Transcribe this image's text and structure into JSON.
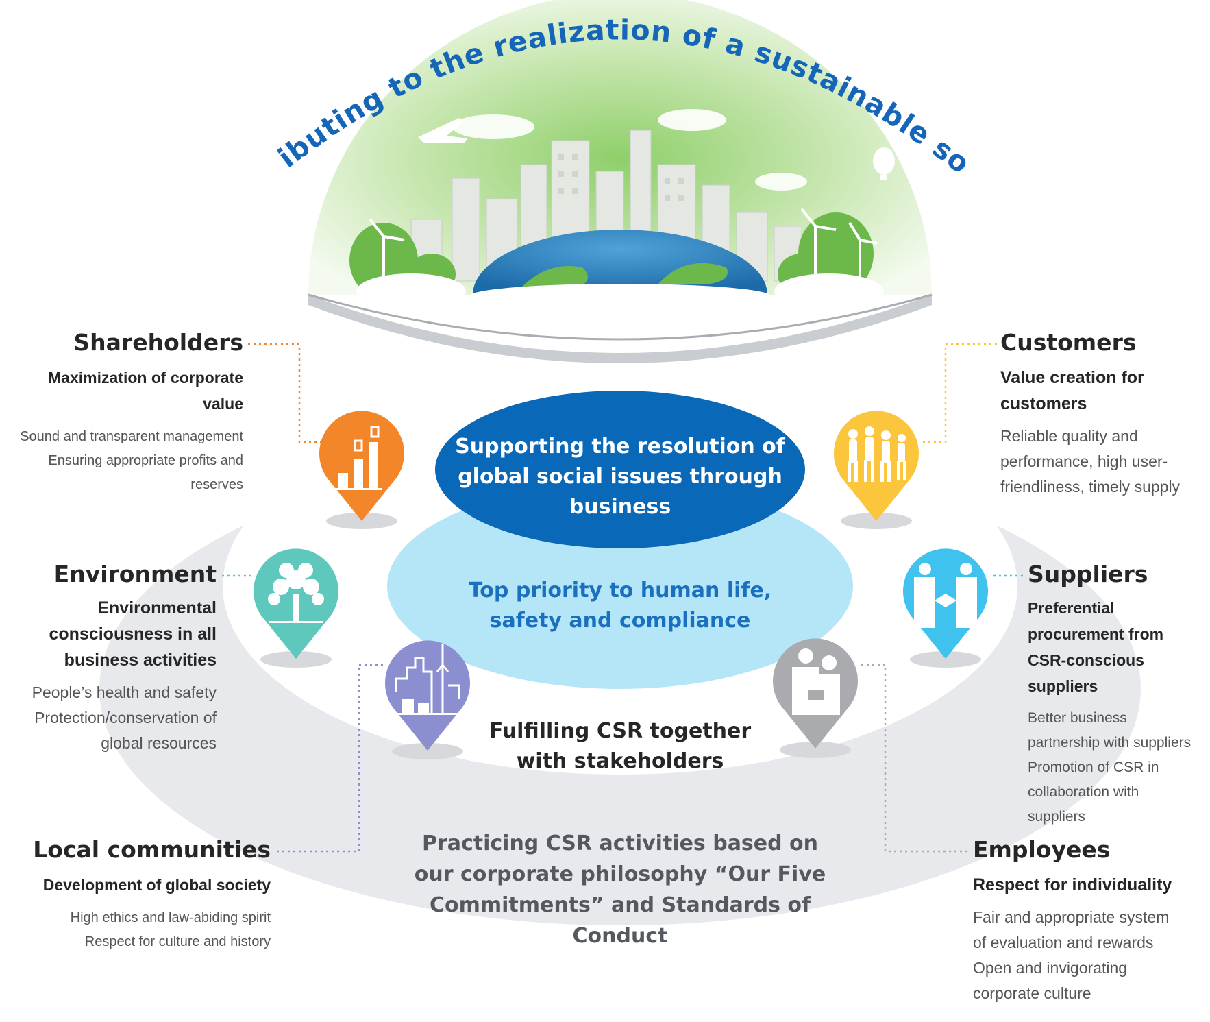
{
  "headline": "Contributing to the realization of a sustainable society",
  "tiers": {
    "top": "Supporting the resolution of global social issues through business",
    "priority": "Top priority to human life, safety and compliance",
    "stakeholders": "Fulfilling CSR together with stakeholders",
    "philosophy": "Practicing CSR activities based on our corporate philosophy “Our Five Commitments” and Standards of Conduct"
  },
  "stakeholders": {
    "shareholders": {
      "title": "Shareholders",
      "subtitle": "Maximization of corporate value",
      "details": [
        "Sound and transparent management",
        "Ensuring appropriate profits and reserves"
      ],
      "color": "#f4862a",
      "icon": "bar-chart-icon"
    },
    "customers": {
      "title": "Customers",
      "subtitle": "Value creation for customers",
      "details": [
        "Reliable quality and performance, high user-friendliness, timely supply"
      ],
      "color": "#fbc53c",
      "icon": "walking-people-icon"
    },
    "environment": {
      "title": "Environment",
      "subtitle": "Environmental consciousness in all business activities",
      "details": [
        "People’s health and safety",
        "Protection/conservation of global resources"
      ],
      "color": "#5ec8bd",
      "icon": "tree-icon"
    },
    "suppliers": {
      "title": "Suppliers",
      "subtitle": "Preferential procurement from CSR-conscious suppliers",
      "details": [
        "Better business partnership with suppliers",
        "Promotion of CSR in collaboration with suppliers"
      ],
      "color": "#3fc3ee",
      "icon": "handshake-icon"
    },
    "local_communities": {
      "title": "Local communities",
      "subtitle": "Development of global society",
      "details": [
        "High ethics and law-abiding spirit",
        "Respect for culture and history"
      ],
      "color": "#8b8fd0",
      "icon": "city-skyline-icon"
    },
    "employees": {
      "title": "Employees",
      "subtitle": "Respect for individuality",
      "details": [
        "Fair and appropriate system of evaluation and rewards",
        "Open and invigorating corporate culture"
      ],
      "color": "#a9abae",
      "icon": "business-people-icon"
    }
  },
  "colors": {
    "headline_blue": "#1565b8",
    "top_ellipse": "#0a68b8",
    "priority_ellipse": "#b4e6f7",
    "priority_text": "#1a6fbf",
    "outer_ring": "#e8e9ec",
    "philosophy_text": "#54595f"
  }
}
